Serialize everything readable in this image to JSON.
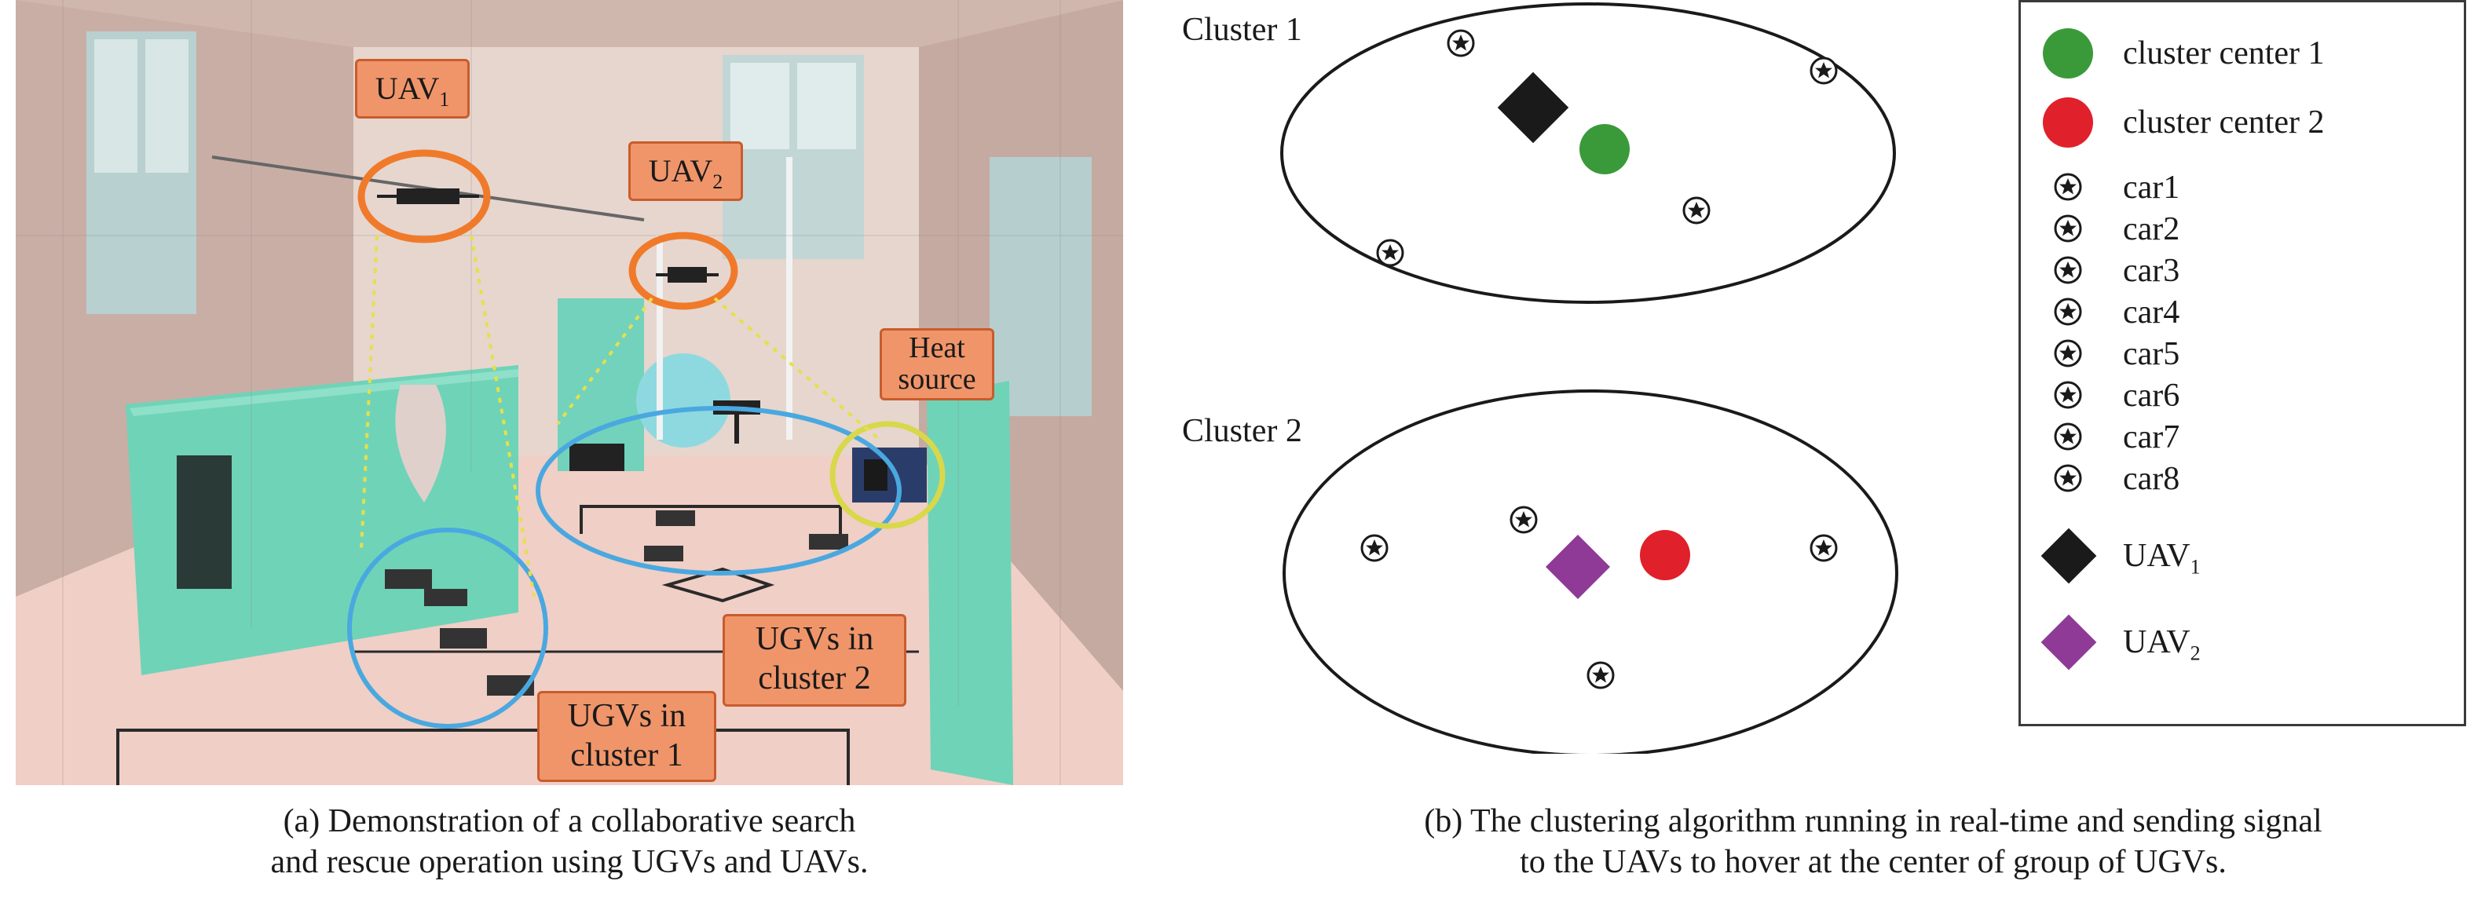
{
  "panel_a": {
    "callouts": {
      "uav1": "UAV",
      "uav1_sub": "1",
      "uav2": "UAV",
      "uav2_sub": "2",
      "heat_line1": "Heat",
      "heat_line2": "source",
      "ugv_c2_line1": "UGVs in",
      "ugv_c2_line2": "cluster 2",
      "ugv_c1_line1": "UGVs in",
      "ugv_c1_line2": "cluster 1"
    },
    "caption_line1": "(a) Demonstration of a collaborative search",
    "caption_line2": "and rescue operation using UGVs and UAVs."
  },
  "panel_b": {
    "cluster1_title": "Cluster 1",
    "cluster2_title": "Cluster 2",
    "caption_line1": "(b) The clustering algorithm running in real-time and sending signal",
    "caption_line2": "to the UAVs to hover at the center of group of UGVs."
  },
  "legend": {
    "center1": "cluster center 1",
    "center2": "cluster center 2",
    "cars": [
      "car1",
      "car2",
      "car3",
      "car4",
      "car5",
      "car6",
      "car7",
      "car8"
    ],
    "uav1": "UAV",
    "uav1_sub": "1",
    "uav2": "UAV",
    "uav2_sub": "2"
  },
  "colors": {
    "center1": "#3a9a3a",
    "center2": "#e0202a",
    "uav1": "#1a1a1a",
    "uav2": "#8e3a96",
    "callout": "#f0956a",
    "circle_orange": "#f07a2a",
    "circle_blue": "#4aa8e0",
    "circle_yellow": "#d8d84a",
    "wall_green": "#6fd3b8",
    "floor_pink": "#f0cfc6"
  },
  "icons": {
    "car": "star-in-circle-icon",
    "center": "filled-circle-icon",
    "uav": "diamond-icon"
  }
}
